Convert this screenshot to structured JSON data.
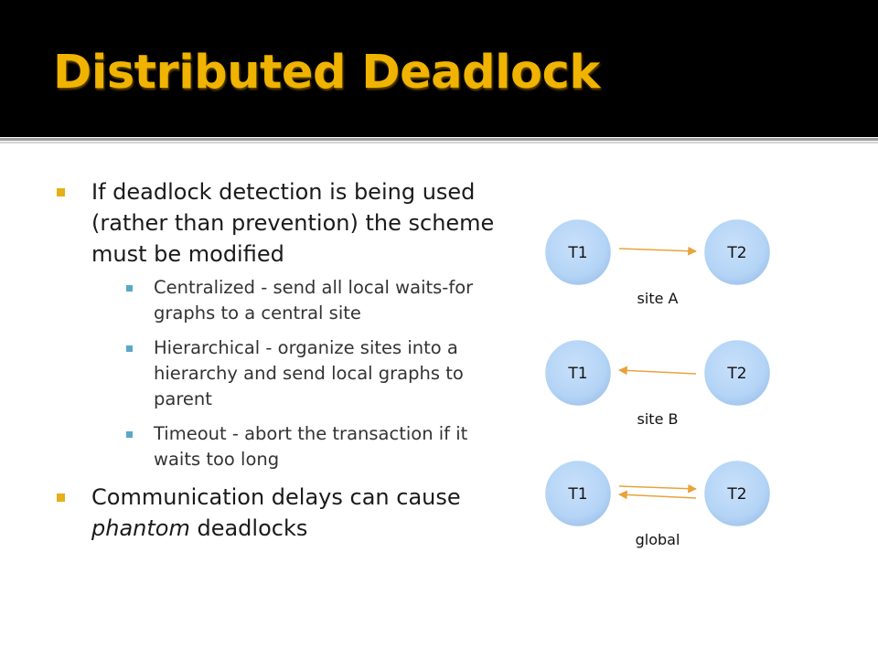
{
  "title": "Distributed Deadlock",
  "colors": {
    "header_bg": "#000000",
    "title": "#f0b400",
    "bullet_marker": "#e5b018",
    "sub_bullet_marker": "#5aa8c8",
    "node_fill": "#b4d4f6",
    "arrow": "#e8a33c"
  },
  "bullets": [
    {
      "text": "If deadlock detection is being used (rather than prevention) the scheme must be modified",
      "children": [
        "Centralized - send all local waits-for graphs to a central site",
        "Hierarchical - organize sites into a hierarchy and send local graphs to parent",
        "Timeout - abort the transaction if it waits too long"
      ]
    },
    {
      "before": "Communication delays can cause ",
      "emph": "phantom",
      "after": " deadlocks"
    }
  ],
  "graphs": [
    {
      "left": "T1",
      "right": "T2",
      "label": "site A",
      "edges": [
        "T1->T2"
      ]
    },
    {
      "left": "T1",
      "right": "T2",
      "label": "site B",
      "edges": [
        "T2->T1"
      ]
    },
    {
      "left": "T1",
      "right": "T2",
      "label": "global",
      "edges": [
        "T1->T2",
        "T2->T1"
      ]
    }
  ]
}
